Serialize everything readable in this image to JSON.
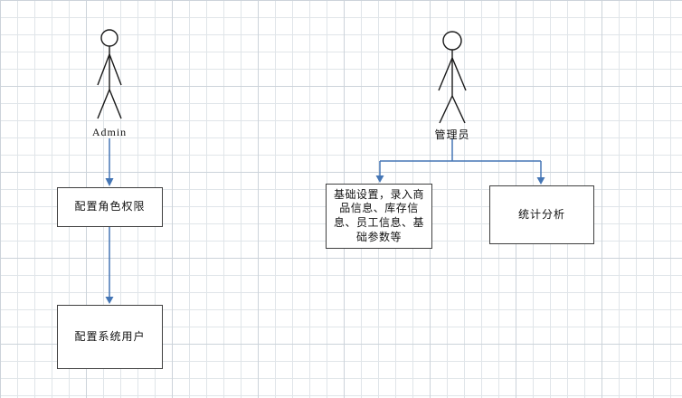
{
  "diagram": {
    "actors": [
      {
        "id": "admin",
        "label": "Admin"
      },
      {
        "id": "manager",
        "label": "管理员"
      }
    ],
    "use_cases": [
      {
        "id": "role",
        "label": "配置角色权限"
      },
      {
        "id": "users",
        "label": "配置系统用户"
      },
      {
        "id": "basic",
        "label": "基础设置，录入商品信息、库存信息、员工信息、基础参数等"
      },
      {
        "id": "stats",
        "label": "统计分析"
      }
    ],
    "colors": {
      "connector": "#4576b5",
      "shape_border": "#3f3f3f",
      "actor_stroke": "#1a1a1a",
      "grid_line": "#e0e5e9",
      "grid_major": "#ccd3da"
    }
  }
}
